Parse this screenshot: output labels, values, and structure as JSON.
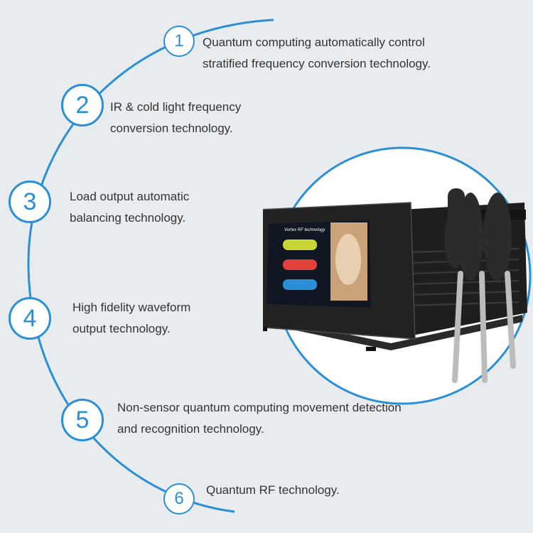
{
  "accent_color": "#2a8fd6",
  "features": [
    {
      "number": "1",
      "line1": "Quantum computing automatically control",
      "line2": "stratified frequency conversion technology."
    },
    {
      "number": "2",
      "line1": "IR & cold light frequency",
      "line2": "conversion technology."
    },
    {
      "number": "3",
      "line1": "Load output automatic",
      "line2": "balancing technology."
    },
    {
      "number": "4",
      "line1": "High fidelity waveform",
      "line2": "output technology."
    },
    {
      "number": "5",
      "line1": "Non-sensor quantum computing movement detection",
      "line2": "and recognition technology."
    },
    {
      "number": "6",
      "line1": "Quantum RF technology.",
      "line2": ""
    }
  ],
  "device": {
    "screen_title": "Vortex RF technology"
  }
}
